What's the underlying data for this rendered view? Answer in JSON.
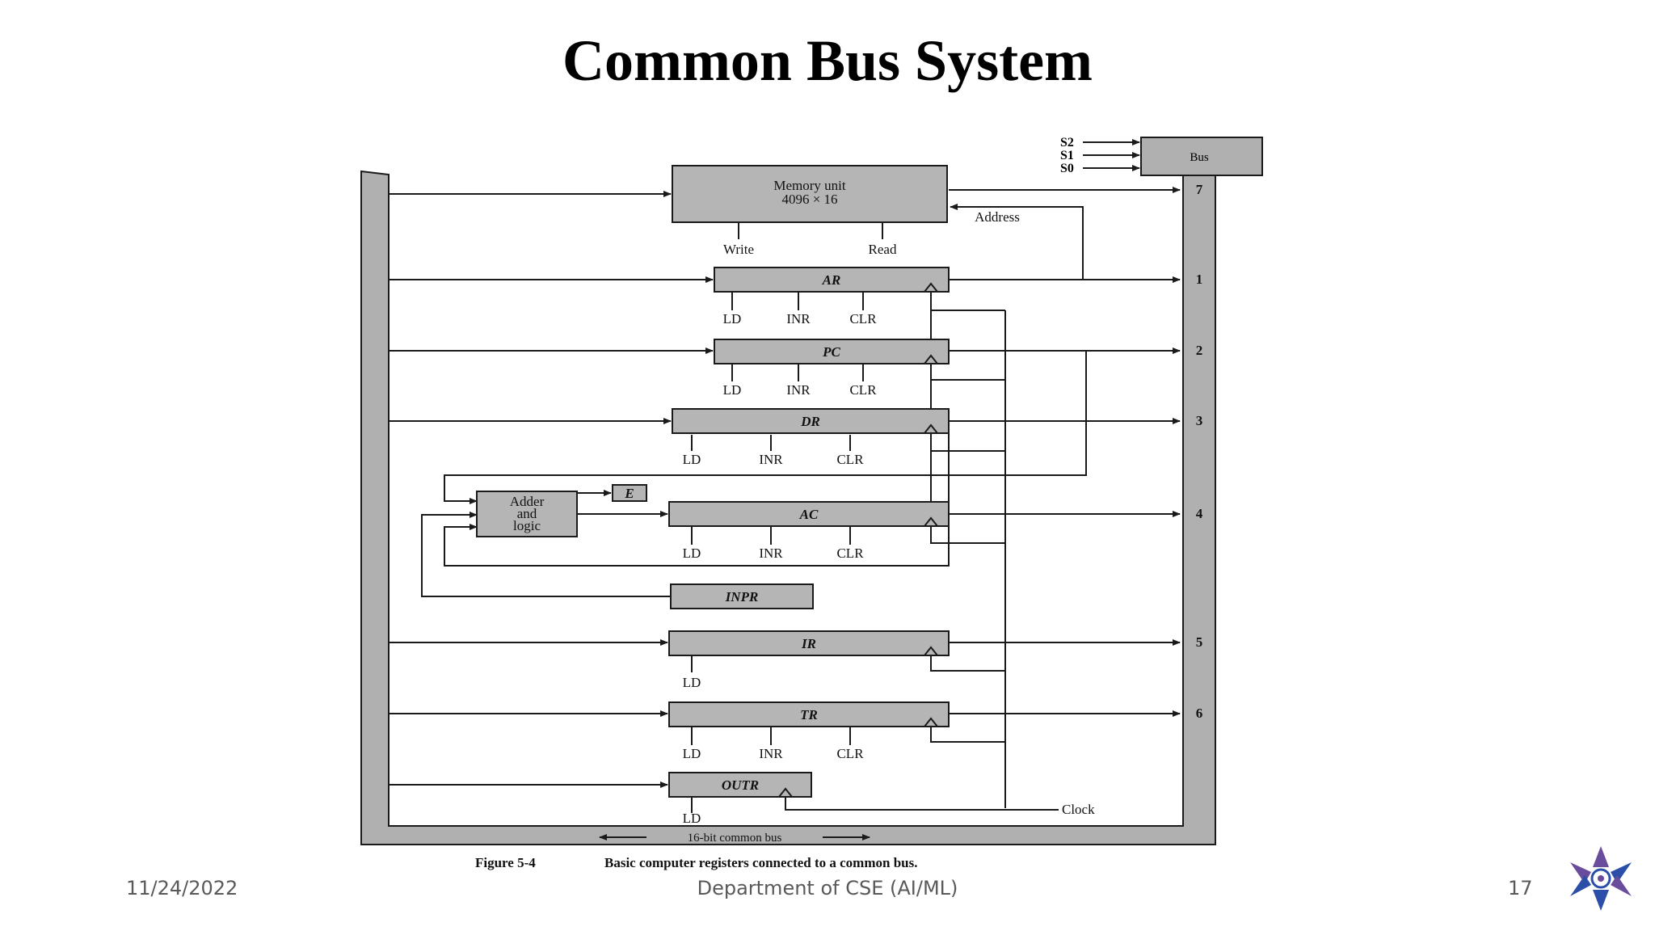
{
  "slide": {
    "title": "Common Bus System",
    "footer_date": "11/24/2022",
    "footer_dept": "Department of CSE (AI/ML)",
    "page_number": "17"
  },
  "diagram": {
    "bus_box": "Bus",
    "selects": [
      "S2",
      "S1",
      "S0"
    ],
    "memory": {
      "line1": "Memory unit",
      "line2": "4096 × 16"
    },
    "write": "Write",
    "read": "Read",
    "address": "Address",
    "registers": {
      "ar": "AR",
      "pc": "PC",
      "dr": "DR",
      "ac": "AC",
      "inpr": "INPR",
      "ir": "IR",
      "tr": "TR",
      "outr": "OUTR"
    },
    "control": {
      "ld": "LD",
      "inr": "INR",
      "clr": "CLR"
    },
    "adder": {
      "line1": "Adder",
      "line2": "and",
      "line3": "logic"
    },
    "e_flag": "E",
    "bus_numbers": {
      "n7": "7",
      "n1": "1",
      "n2": "2",
      "n3": "3",
      "n4": "4",
      "n5": "5",
      "n6": "6"
    },
    "clock": "Clock",
    "bus_label": "16-bit common bus",
    "caption_prefix": "Figure 5-4",
    "caption": "Basic computer registers connected to a common bus."
  },
  "colors": {
    "box_fill": "#b5b5b5",
    "bus_fill": "#b0b0b0",
    "line": "#1a1a1a",
    "footer_text": "#595959",
    "logo_purple": "#6a4c9c",
    "logo_blue": "#2b4fa8"
  }
}
